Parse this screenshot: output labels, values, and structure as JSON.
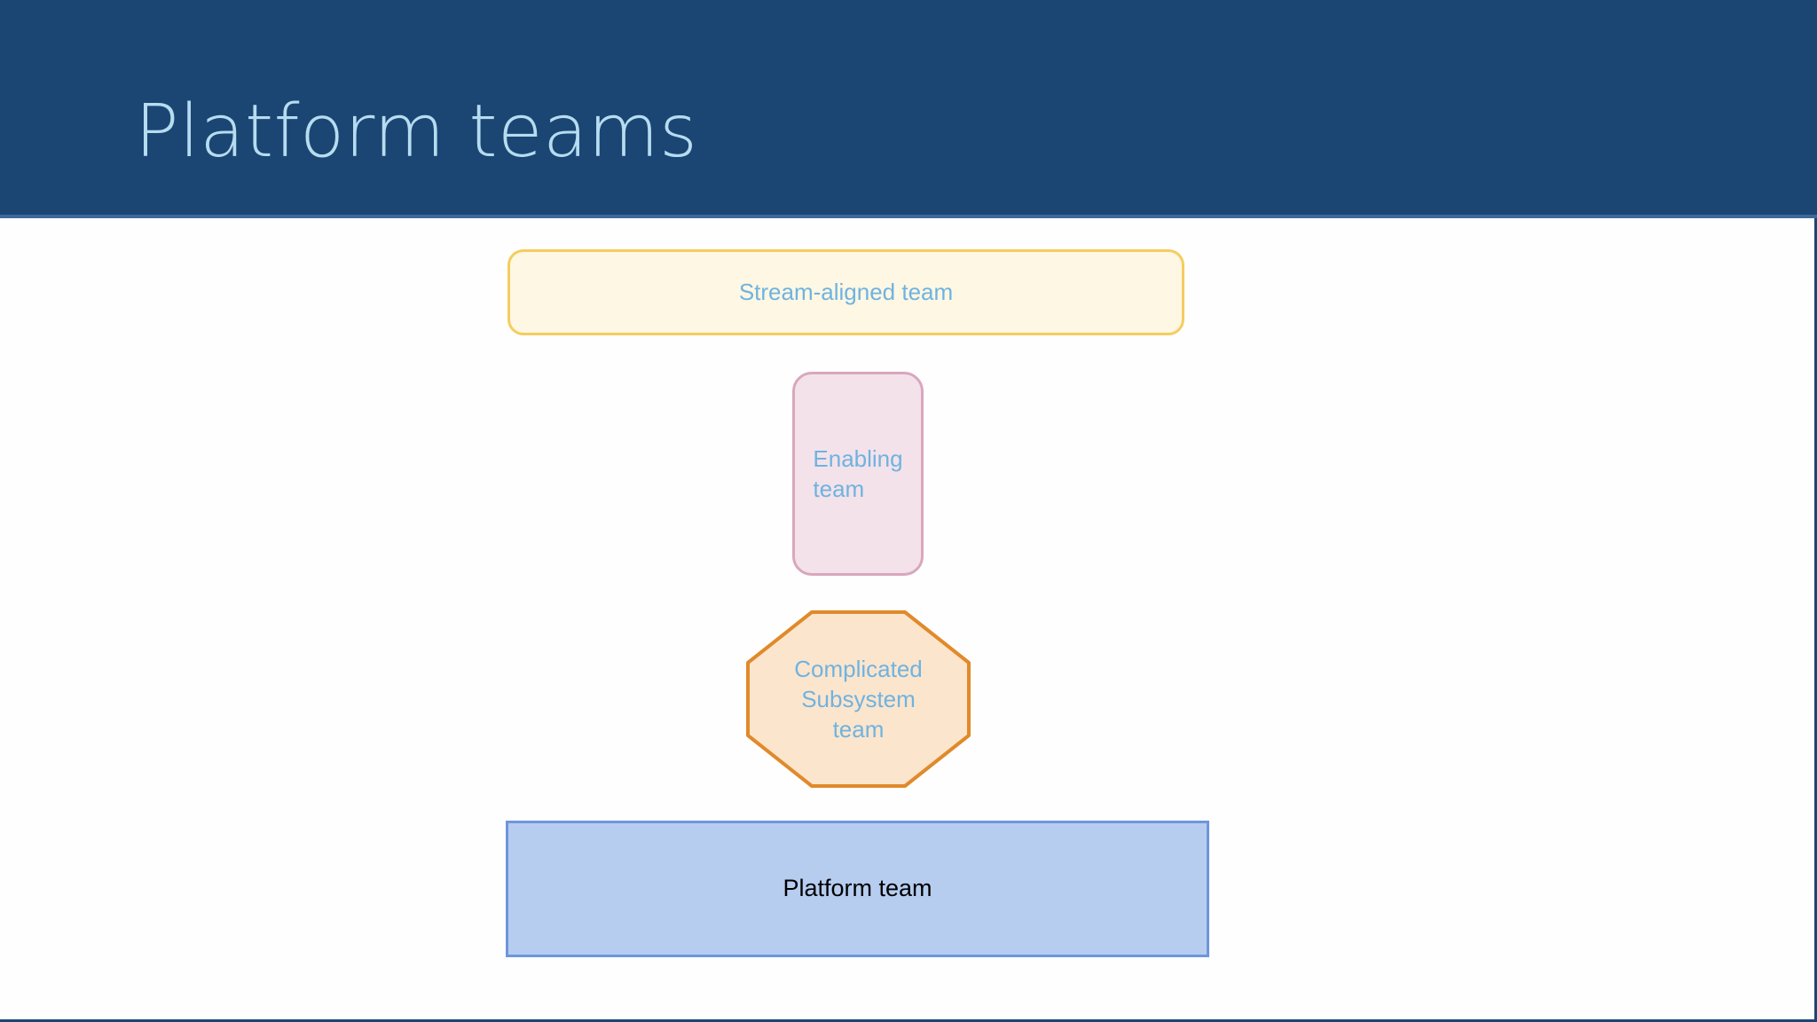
{
  "slide": {
    "title": "Platform teams",
    "header_bg": "#1b4573",
    "title_color": "#b6dcf0",
    "body_bg": "#fefeff"
  },
  "diagram": {
    "type": "team-topologies",
    "shapes": [
      {
        "id": "stream-aligned",
        "name": "stream-aligned-team-shape",
        "label": "Stream-aligned team",
        "shape": "rounded-rectangle",
        "fill": "#fdf7e3",
        "stroke": "#f5cd5f",
        "text_color": "#6fb3e0"
      },
      {
        "id": "enabling",
        "name": "enabling-team-shape",
        "label_line1": "Enabling",
        "label_line2": "team",
        "shape": "rounded-rectangle-tall",
        "fill": "#f4e2ea",
        "stroke": "#d9a7bd",
        "text_color": "#6fb3e0"
      },
      {
        "id": "complicated-subsystem",
        "name": "complicated-subsystem-team-shape",
        "label_line1": "Complicated",
        "label_line2": "Subsystem",
        "label_line3": "team",
        "shape": "octagon",
        "fill": "#fce5cd",
        "stroke": "#e08a2b",
        "text_color": "#6fb3e0"
      },
      {
        "id": "platform",
        "name": "platform-team-shape",
        "label": "Platform team",
        "shape": "rectangle",
        "fill": "#b6cdf0",
        "stroke": "#6e96db",
        "text_color": "#000000"
      }
    ]
  }
}
